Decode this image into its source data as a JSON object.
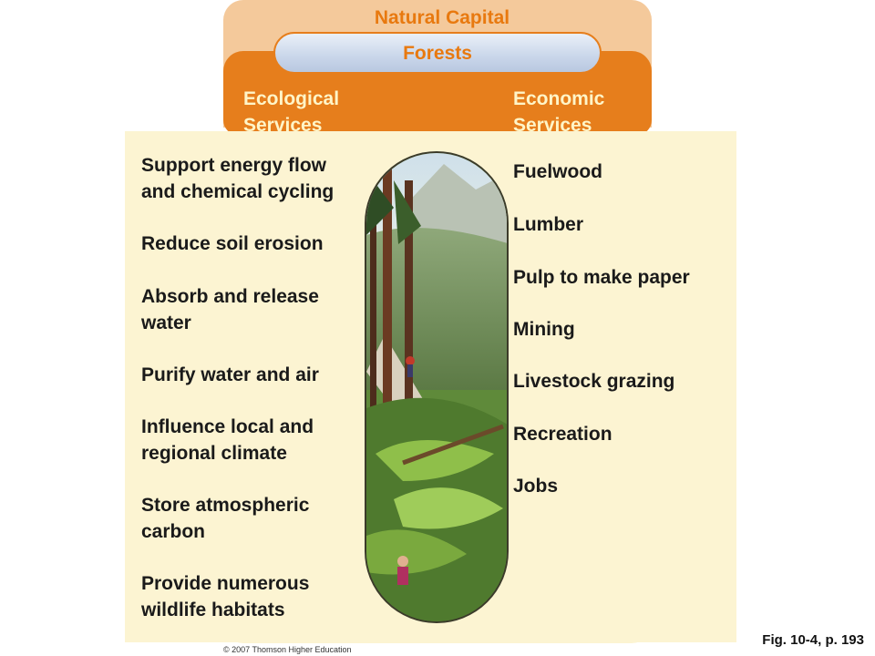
{
  "diagram": {
    "title": "Natural Capital",
    "subtitle": "Forests",
    "left_header": "Ecological Services",
    "right_header": "Economic Services",
    "ecological_services": [
      {
        "line1": "Support energy flow",
        "line2": "and chemical cycling"
      },
      {
        "line1": "Reduce soil erosion",
        "line2": ""
      },
      {
        "line1": "Absorb and release",
        "line2": "water"
      },
      {
        "line1": "Purify water and air",
        "line2": ""
      },
      {
        "line1": "Influence local and",
        "line2": "regional climate"
      },
      {
        "line1": "Store atmospheric",
        "line2": "carbon"
      },
      {
        "line1": "Provide numerous",
        "line2": "wildlife habitats"
      }
    ],
    "economic_services": [
      "Fuelwood",
      "Lumber",
      "Pulp to make paper",
      "Mining",
      "Livestock grazing",
      "Recreation",
      "Jobs"
    ],
    "figure_label": "Fig. 10-4, p. 193",
    "copyright": "© 2007 Thomson Higher Education"
  },
  "colors": {
    "orange": "#e67e1c",
    "peach": "#f4c99b",
    "cream": "#fcf4d2",
    "header_text": "#fff5c8",
    "title_text": "#e8790f"
  }
}
